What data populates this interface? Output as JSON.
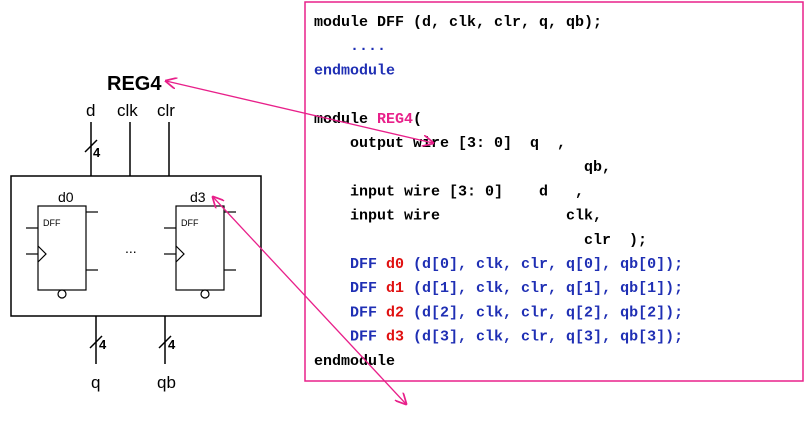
{
  "diagram": {
    "block_name": "REG4",
    "inputs": {
      "d": "d",
      "clk": "clk",
      "clr": "clr"
    },
    "outputs": {
      "q": "q",
      "qb": "qb"
    },
    "bus_width_d": "4",
    "bus_width_q": "4",
    "bus_width_qb": "4",
    "instances": [
      {
        "name": "d0",
        "cell": "DFF"
      },
      {
        "name": "d3",
        "cell": "DFF"
      }
    ],
    "ellipsis": "..."
  },
  "code": {
    "lines": [
      [
        {
          "t": "module DFF (d, clk, clr, q, qb);",
          "c": "blk"
        }
      ],
      [
        {
          "t": "    ....",
          "c": "blue"
        }
      ],
      [
        {
          "t": "endmodule",
          "c": "blue"
        }
      ],
      [
        {
          "t": "",
          "c": "blk"
        }
      ],
      [
        {
          "t": "module ",
          "c": "blk"
        },
        {
          "t": "REG4",
          "c": "pink"
        },
        {
          "t": "(",
          "c": "blk"
        }
      ],
      [
        {
          "t": "    output wire [3: 0]  q  ,",
          "c": "blk"
        }
      ],
      [
        {
          "t": "                              qb,",
          "c": "blk"
        }
      ],
      [
        {
          "t": "    input wire [3: 0]    d   ,",
          "c": "blk"
        }
      ],
      [
        {
          "t": "    input wire              clk,",
          "c": "blk"
        }
      ],
      [
        {
          "t": "                              clr  );",
          "c": "blk"
        }
      ],
      [
        {
          "t": "    DFF ",
          "c": "blue"
        },
        {
          "t": "d0",
          "c": "red"
        },
        {
          "t": " (d[0], clk, clr, q[0], qb[0]);",
          "c": "blue"
        }
      ],
      [
        {
          "t": "    DFF ",
          "c": "blue"
        },
        {
          "t": "d1",
          "c": "red"
        },
        {
          "t": " (d[1], clk, clr, q[1], qb[1]);",
          "c": "blue"
        }
      ],
      [
        {
          "t": "    DFF ",
          "c": "blue"
        },
        {
          "t": "d2",
          "c": "red"
        },
        {
          "t": " (d[2], clk, clr, q[2], qb[2]);",
          "c": "blue"
        }
      ],
      [
        {
          "t": "    DFF ",
          "c": "blue"
        },
        {
          "t": "d3",
          "c": "red"
        },
        {
          "t": " (d[3], clk, clr, q[3], qb[3]);",
          "c": "blue"
        }
      ],
      [
        {
          "t": "endmodule",
          "c": "blk"
        }
      ]
    ]
  },
  "colors": {
    "keyword": "#000000",
    "instance_line": "#1f2fb4",
    "instance_name": "#e01010",
    "module_name": "#e8208a",
    "frame": "#e8208a",
    "arrow": "#e8208a"
  }
}
